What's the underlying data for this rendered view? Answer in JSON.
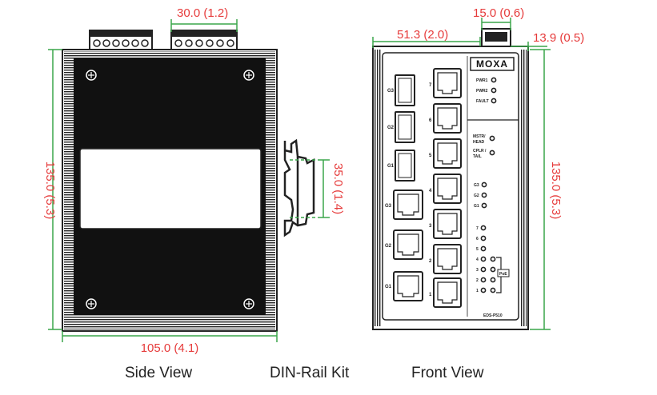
{
  "dimensions": {
    "top_width": "30.0 (1.2)",
    "side_height": "135.0 (5.3)",
    "side_width": "105.0 (4.1)",
    "rail_height": "35.0 (1.4)",
    "front_width": "51.3 (2.0)",
    "clip_width": "15.0 (0.6)",
    "front_depth": "13.9 (0.5)",
    "front_height": "135.0 (5.3)"
  },
  "captions": {
    "side": "Side View",
    "rail": "DIN-Rail Kit",
    "front": "Front View"
  },
  "front_panel": {
    "brand": "MOXA",
    "model": "EDS-P510",
    "led_top": [
      "PWR1",
      "PWR2",
      "FAULT"
    ],
    "led_mid_1": "MSTR/",
    "led_mid_1b": "HEAD",
    "led_mid_2": "CPLR /",
    "led_mid_2b": "TAIL",
    "led_gig": [
      "G3",
      "G2",
      "G1"
    ],
    "led_ports": [
      "7",
      "6",
      "5",
      "4",
      "3",
      "2",
      "1"
    ],
    "poe_label": "PoE",
    "sfp_labels": [
      "G3",
      "G2",
      "G1"
    ],
    "combo_labels": [
      "G3",
      "G2",
      "G1"
    ],
    "port_labels": [
      "7",
      "6",
      "5",
      "4",
      "3",
      "2",
      "1"
    ]
  },
  "colors": {
    "dimension": "#e63b3b",
    "green": "#3aa64a",
    "body": "#111111"
  }
}
